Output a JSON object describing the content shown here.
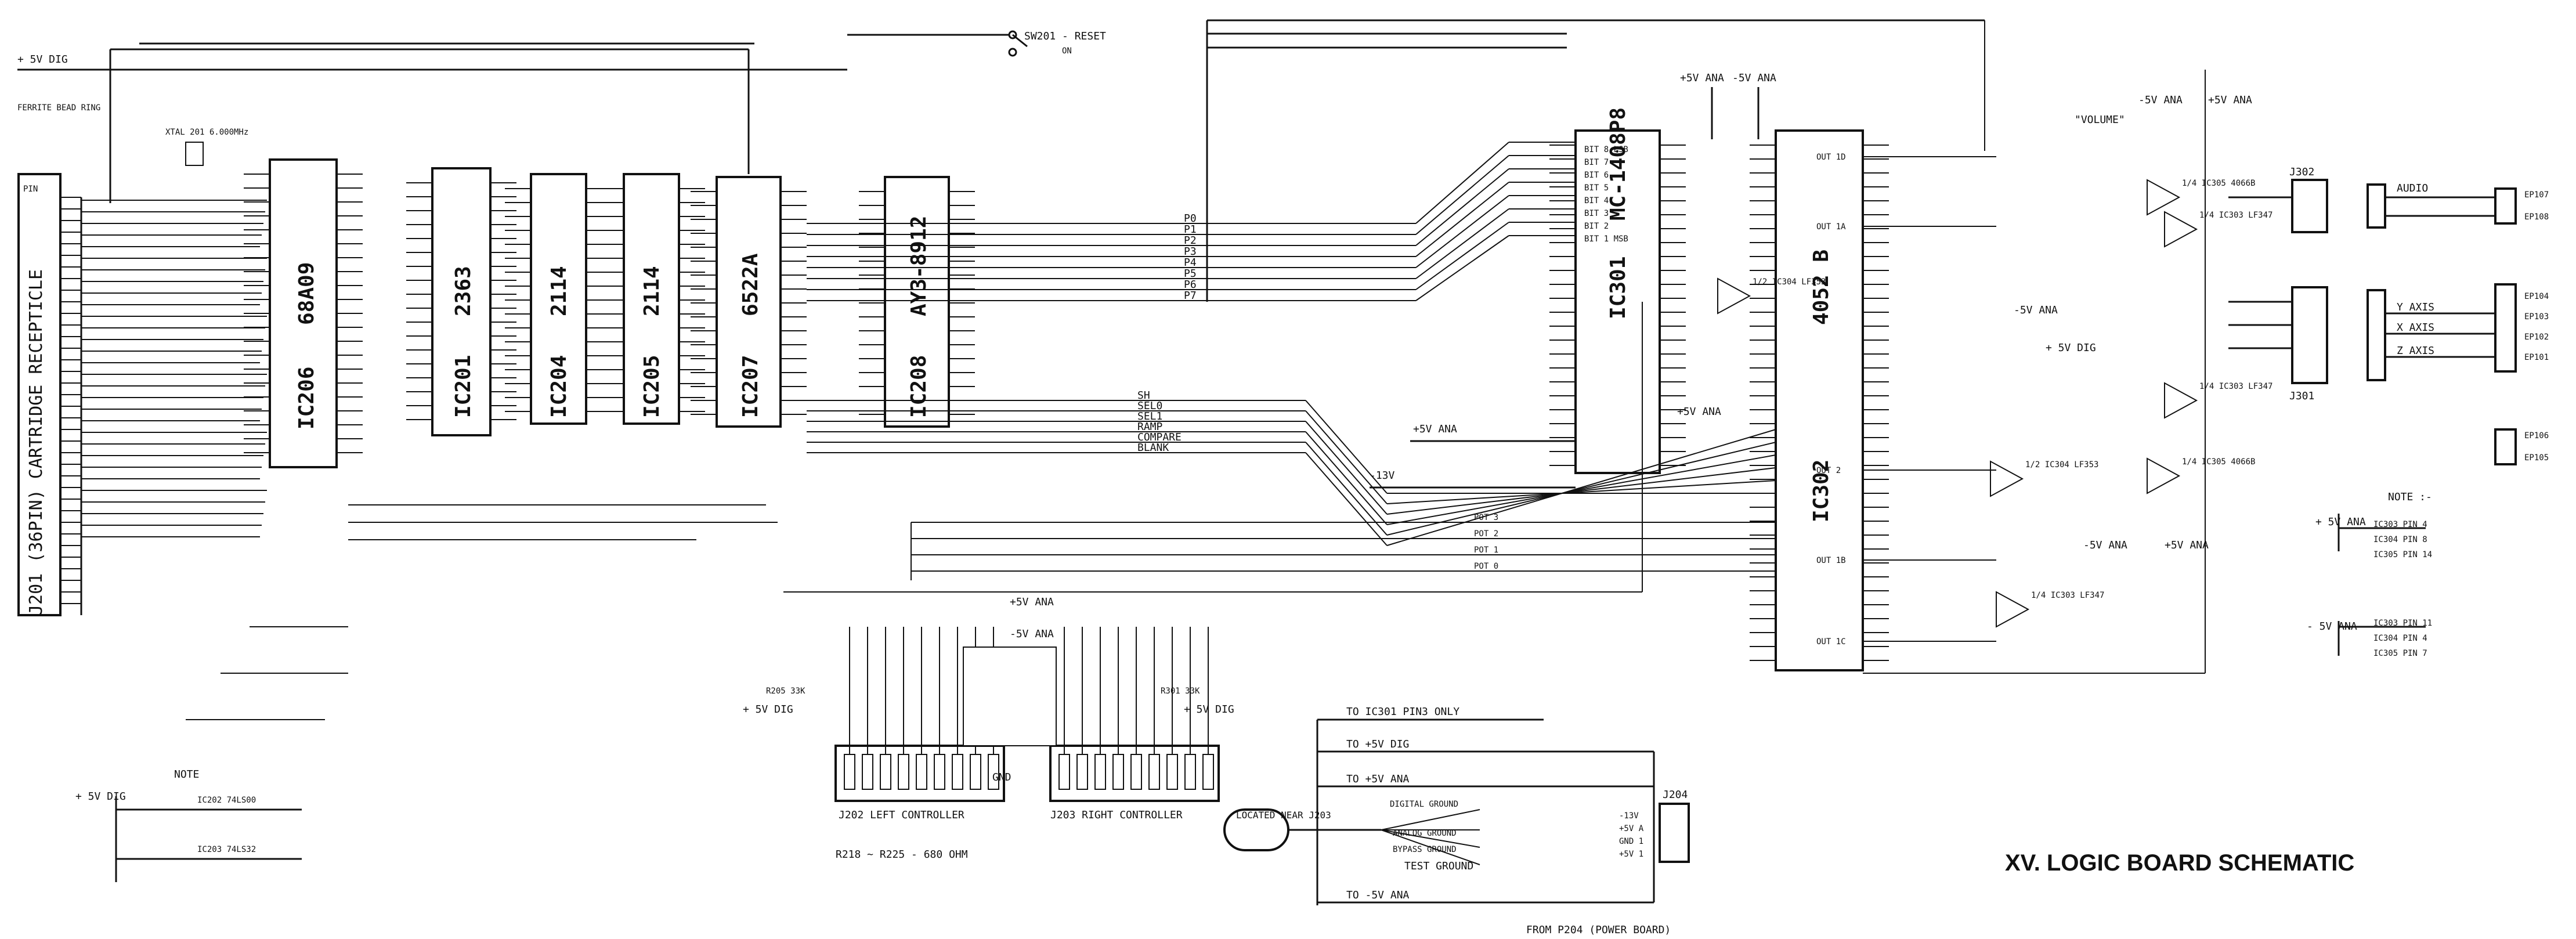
{
  "title": "XV.  LOGIC BOARD SCHEMATIC",
  "cartridge": "J201 (36PIN) CARTRIDGE RECEPTICLE",
  "pin_label": "PIN",
  "ferrite": "FERRITE BEAD RING",
  "rails": {
    "v5dig": "+ 5V DIG",
    "v5ana": "+5V ANA",
    "m5ana": "-5V ANA",
    "m13": "-13V"
  },
  "reset": "SW201 - RESET",
  "reset_on": "ON",
  "crystal": "XTAL 201 6.000MHz",
  "chips": [
    {
      "id": "ic206",
      "ref": "IC206",
      "part": "68A09"
    },
    {
      "id": "ic201",
      "ref": "IC201",
      "part": "2363"
    },
    {
      "id": "ic204",
      "ref": "IC204",
      "part": "2114"
    },
    {
      "id": "ic205",
      "ref": "IC205",
      "part": "2114"
    },
    {
      "id": "ic207",
      "ref": "IC207",
      "part": "6522A"
    },
    {
      "id": "ic208",
      "ref": "IC208",
      "part": "AY3-8912"
    },
    {
      "id": "ic301",
      "ref": "IC301",
      "part": "MC-1408P8"
    },
    {
      "id": "ic302",
      "ref": "IC302",
      "part": "4052 B"
    }
  ],
  "bus_lines": [
    "P0",
    "P1",
    "P2",
    "P3",
    "P4",
    "P5",
    "P6",
    "P7"
  ],
  "control_lines": [
    "SH",
    "SEL0",
    "SEL1",
    "RAMP",
    "COMPARE",
    "BLANK"
  ],
  "pot_lines": [
    "POT 3",
    "POT 2",
    "POT 1",
    "POT 0"
  ],
  "ic301_pins": [
    "BIT 8 LSB",
    "BIT 7",
    "BIT 6",
    "BIT 5",
    "BIT 4",
    "BIT 3",
    "BIT 2",
    "BIT 1 MSB"
  ],
  "ic302_pins": [
    "OUT 1D",
    "OUT 1A",
    "OUT 2",
    "OUT 1B",
    "OUT 1C"
  ],
  "opamps": [
    "1/2 IC304 LF353",
    "1/4 IC303 LF347",
    "1/4 IC305 4066B",
    "1/2 IC304 LF353",
    "1/4 IC303 LF347",
    "1/4 IC305 4066B",
    "1/4 IC303 LF347"
  ],
  "volume": "\"VOLUME\"",
  "connectors": {
    "j302": "J302",
    "j301": "J301",
    "audio": "AUDIO",
    "yaxis": "Y AXIS",
    "xaxis": "X AXIS",
    "zaxis": "Z AXIS",
    "ep107": "EP107",
    "ep108": "EP108",
    "ep104": "EP104",
    "ep103": "EP103",
    "ep102": "EP102",
    "ep101": "EP101",
    "ep106": "EP106",
    "ep105": "EP105"
  },
  "controllers": {
    "left": "J202  LEFT CONTROLLER",
    "right": "J203  RIGHT CONTROLLER",
    "gnd": "GND",
    "resistors": "R218 ~ R225 - 680 OHM",
    "r205": "R205 33K",
    "r301": "R301 33K"
  },
  "power": {
    "to_ic301": "TO IC301 PIN3 ONLY",
    "to_5vdig": "TO +5V DIG",
    "to_5vana": "TO +5V ANA",
    "to_m5ana": "TO -5V ANA",
    "located": "LOCATED NEAR J203",
    "digital": "DIGITAL GROUND",
    "analog": "ANALOG GROUND",
    "bypass": "BYPASS GROUND",
    "test": "TEST GROUND",
    "j204": "J204",
    "j204_pins": [
      "-13V",
      "+5V A",
      "GND 1",
      "+5V 1"
    ],
    "from": "FROM P204 (POWER BOARD)"
  },
  "notes": {
    "note1": "NOTE",
    "ic202": "IC202 74LS00",
    "ic203": "IC203 74LS32",
    "note2": "NOTE :-",
    "n5v": "+ 5V ANA",
    "m5v": "- 5V ANA",
    "pins_pos": [
      "IC303  PIN 4",
      "IC304  PIN 8",
      "IC305  PIN 14"
    ],
    "pins_neg": [
      "IC303  PIN 11",
      "IC304  PIN 4",
      "IC305  PIN 7"
    ]
  }
}
